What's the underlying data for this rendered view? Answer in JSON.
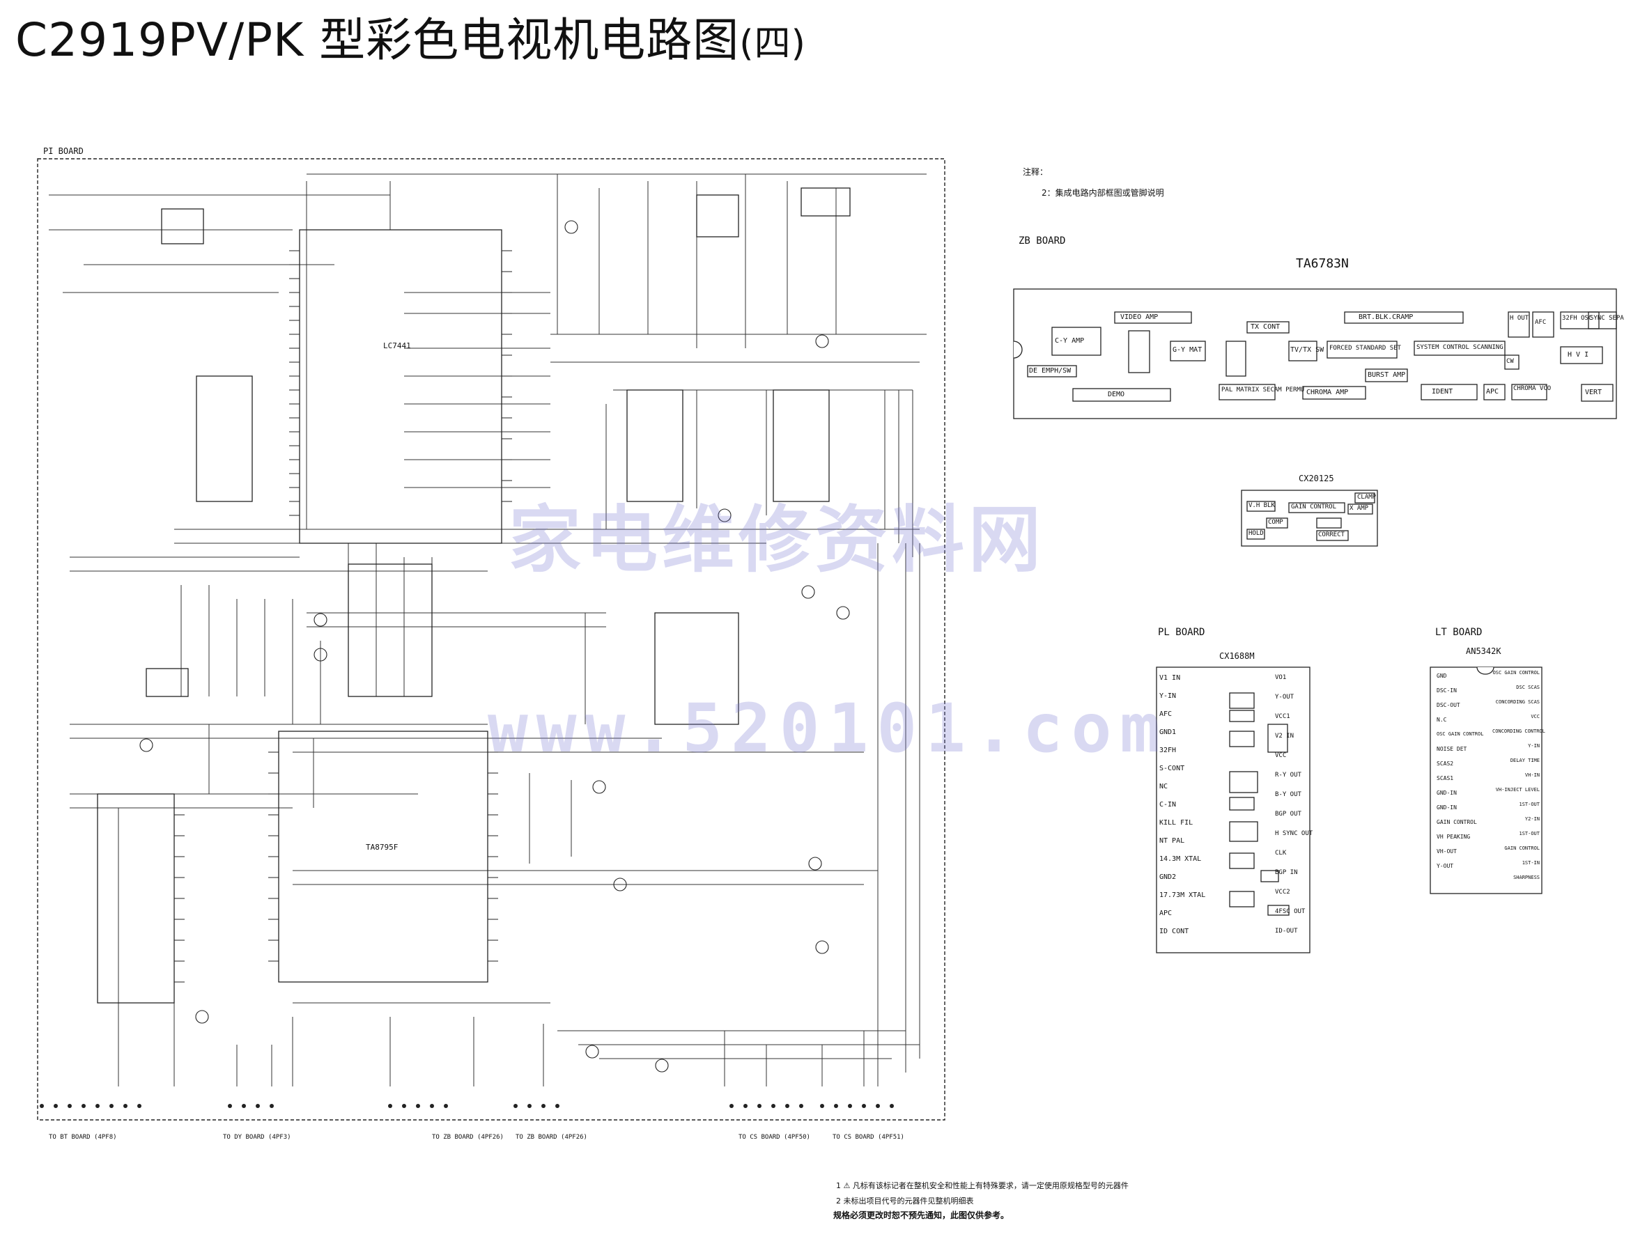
{
  "title": {
    "main": "C2919PV/PK 型彩色电视机电路图",
    "suffix": "(四)"
  },
  "boards": {
    "pi": "PI BOARD",
    "zb": "ZB BOARD",
    "pl": "PL BOARD",
    "lt": "LT BOARD"
  },
  "notes_top": {
    "label": "注释：",
    "item2": "2：集成电路内部框图或管脚说明"
  },
  "chips": {
    "ta6783n": "TA6783N",
    "cx20125": "CX20125",
    "cx1688m": "CX1688M",
    "an5342k": "AN5342K",
    "lc7441": "LC7441",
    "ta8795f": "TA8795F"
  },
  "ta6783n_blocks": [
    "VIDEO AMP",
    "BRT.BLK.CRAMP",
    "TX CONT",
    "C-Y AMP",
    "G-Y MAT",
    "TV/TX SW",
    "FORCED STANDARD SET",
    "SYSTEM CONTROL SCANNING",
    "DE EMPH/SW",
    "DEMO",
    "PAL MATRIX SECAM PERMU",
    "CHROMA AMP",
    "BURST AMP",
    "IDENT",
    "APC",
    "CHROMA VCO",
    "H OUT",
    "AFC",
    "32FH OSC",
    "SYNC SEPA",
    "H V I",
    "VERT",
    "CW"
  ],
  "cx20125_blocks": [
    "CLAMP",
    "V.H BLK",
    "GAIN CONTROL",
    "X AMP",
    "COMP",
    "HOLD",
    "CORRECT"
  ],
  "cx1688m_pins_left": [
    "V1 IN",
    "Y-IN",
    "AFC",
    "GND1",
    "32FH",
    "S-CONT",
    "NC",
    "C-IN",
    "KILL FIL",
    "NT PAL",
    "14.3M XTAL",
    "GND2",
    "17.73M XTAL",
    "APC",
    "ID CONT"
  ],
  "cx1688m_pins_right": [
    "VO1",
    "Y-OUT",
    "VCC1",
    "V2 IN",
    "VCC",
    "R-Y OUT",
    "B-Y OUT",
    "BGP OUT",
    "H SYNC OUT",
    "CLK",
    "BGP IN",
    "VCC2",
    "4FSC OUT",
    "ID-OUT"
  ],
  "an5342k_pins_left": [
    "GND",
    "DSC-IN",
    "DSC-OUT",
    "N.C",
    "OSC GAIN CONTROL",
    "NOISE DET",
    "SCAS2",
    "SCAS1",
    "GND-IN",
    "GND-IN",
    "GAIN CONTROL",
    "VH PEAKING",
    "VH-OUT",
    "Y-OUT"
  ],
  "an5342k_pins_right": [
    "OSC GAIN CONTROL",
    "DSC SCAS",
    "CONCORDING SCAS",
    "VCC",
    "CONCORDING CONTROL",
    "Y-IN",
    "DELAY TIME",
    "VH-IN",
    "VH-INJECT LEVEL",
    "1ST-OUT",
    "Y2-IN",
    "1ST-OUT",
    "GAIN CONTROL",
    "1ST-IN",
    "SHARPNESS"
  ],
  "connectors": [
    "TO BT BOARD (4PF8)",
    "TO DY BOARD (4PF3)",
    "TO ZB BOARD (4PF26)",
    "TO ZB BOARD (4PF26)",
    "TO CS BOARD (4PF50)",
    "TO CS BOARD (4PF51)"
  ],
  "footnotes": {
    "n1": "1 ⚠ 凡标有该标记者在整机安全和性能上有特殊要求，请一定使用原规格型号的元器件",
    "n2": "2 未标出项目代号的元器件见整机明细表",
    "n3": "规格必须更改时恕不预先通知，此图仅供参考。"
  },
  "watermark": {
    "line1": "家电维修资料网",
    "line2": "www.520101.com"
  }
}
